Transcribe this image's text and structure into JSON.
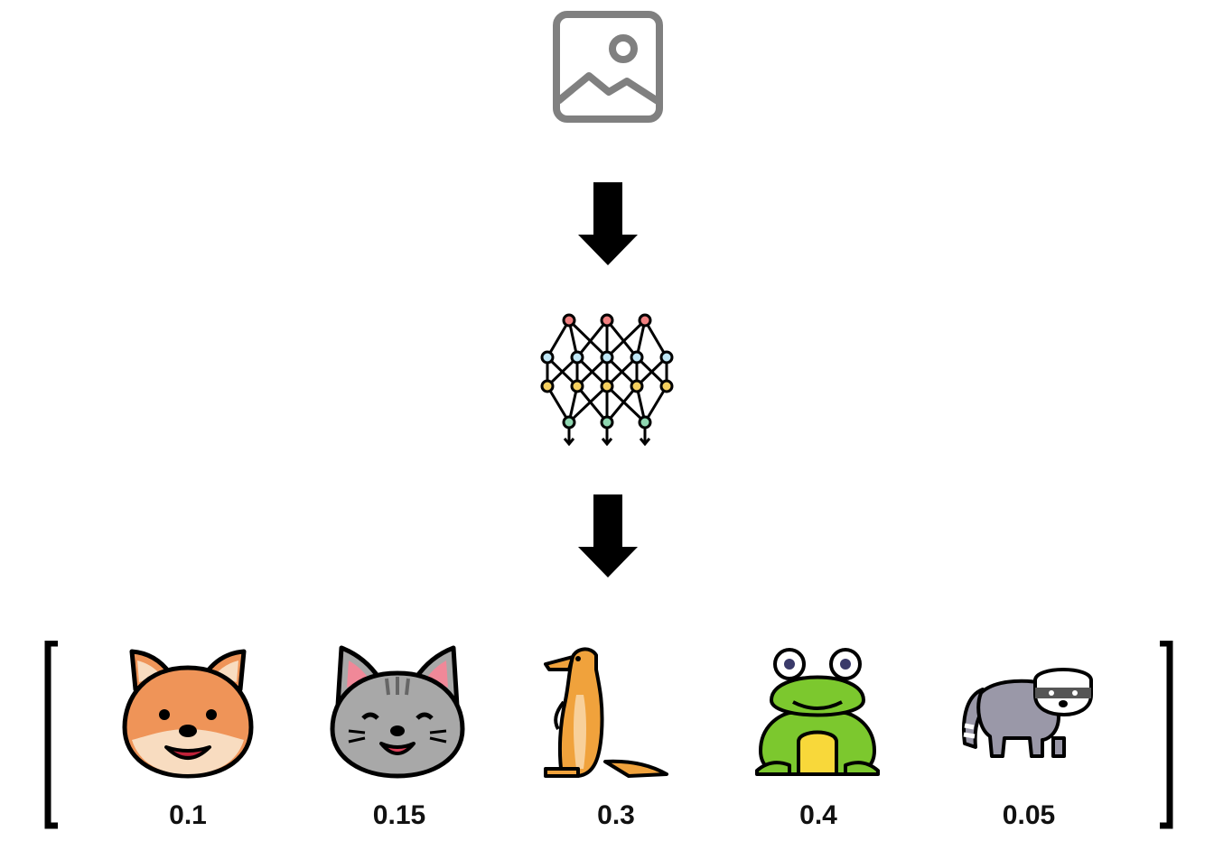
{
  "input": {
    "icon": "image-icon"
  },
  "model": {
    "icon": "neural-network-icon"
  },
  "flow": {
    "arrow_icon": "arrow-down-icon"
  },
  "output": {
    "bracket_left_icon": "bracket-left-icon",
    "bracket_right_icon": "bracket-right-icon",
    "classes": [
      {
        "icon": "shiba-dog-icon",
        "probability": "0.1"
      },
      {
        "icon": "cat-icon",
        "probability": "0.15"
      },
      {
        "icon": "meerkat-icon",
        "probability": "0.3"
      },
      {
        "icon": "frog-icon",
        "probability": "0.4"
      },
      {
        "icon": "raccoon-icon",
        "probability": "0.05"
      }
    ]
  },
  "colors": {
    "stroke": "#000000",
    "image_icon": "#808080",
    "dog": "#ef9458",
    "cat": "#a8a8a8",
    "meerkat": "#f0a23c",
    "frog": "#7cc82e",
    "raccoon": "#9a98a8"
  }
}
